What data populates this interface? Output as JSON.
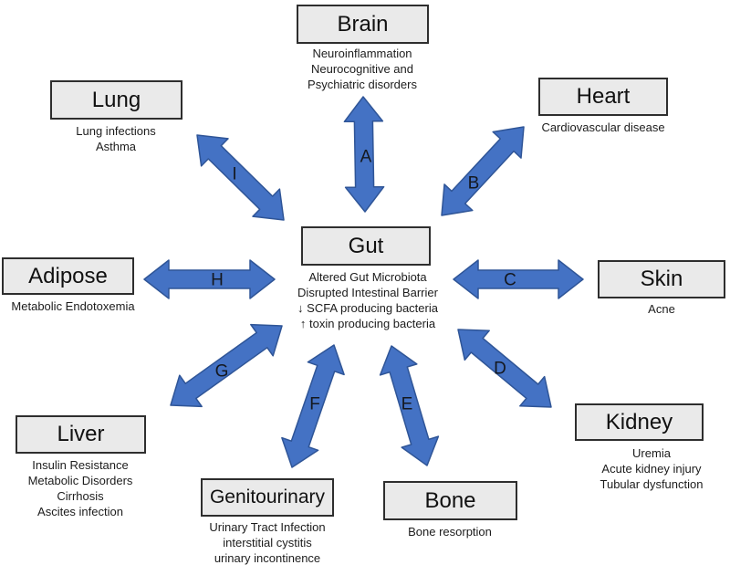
{
  "colors": {
    "arrow_fill": "#4472c4",
    "arrow_stroke": "#2f5597",
    "box_fill": "#eaeaea",
    "box_border": "#2e2e2e",
    "text": "#1c1c1c"
  },
  "diagram": {
    "center": "Gut",
    "nodes": [
      {
        "id": "gut",
        "title": "Gut",
        "sub": [
          "Altered Gut Microbiota",
          "Disrupted Intestinal Barrier",
          "↓ SCFA producing bacteria",
          "↑ toxin producing bacteria"
        ]
      },
      {
        "id": "brain",
        "title": "Brain",
        "sub": [
          "Neuroinflammation",
          "Neurocognitive and",
          "Psychiatric disorders"
        ]
      },
      {
        "id": "heart",
        "title": "Heart",
        "sub": [
          "Cardiovascular disease"
        ]
      },
      {
        "id": "skin",
        "title": "Skin",
        "sub": [
          "Acne"
        ]
      },
      {
        "id": "kidney",
        "title": "Kidney",
        "sub": [
          "Uremia",
          "Acute kidney injury",
          "Tubular dysfunction"
        ]
      },
      {
        "id": "bone",
        "title": "Bone",
        "sub": [
          "Bone resorption"
        ]
      },
      {
        "id": "genitourinary",
        "title": "Genitourinary",
        "sub": [
          "Urinary Tract Infection",
          "interstitial cystitis",
          "urinary incontinence"
        ]
      },
      {
        "id": "liver",
        "title": "Liver",
        "sub": [
          "Insulin Resistance",
          "Metabolic Disorders",
          "Cirrhosis",
          "Ascites infection"
        ]
      },
      {
        "id": "adipose",
        "title": "Adipose",
        "sub": [
          "Metabolic Endotoxemia"
        ]
      },
      {
        "id": "lung",
        "title": "Lung",
        "sub": [
          "Lung infections",
          "Asthma"
        ]
      }
    ],
    "arrows": [
      {
        "label": "A",
        "from": "Gut",
        "to": "Brain"
      },
      {
        "label": "B",
        "from": "Gut",
        "to": "Heart"
      },
      {
        "label": "C",
        "from": "Gut",
        "to": "Skin"
      },
      {
        "label": "D",
        "from": "Gut",
        "to": "Kidney"
      },
      {
        "label": "E",
        "from": "Gut",
        "to": "Bone"
      },
      {
        "label": "F",
        "from": "Gut",
        "to": "Genitourinary"
      },
      {
        "label": "G",
        "from": "Gut",
        "to": "Liver"
      },
      {
        "label": "H",
        "from": "Gut",
        "to": "Adipose"
      },
      {
        "label": "I",
        "from": "Gut",
        "to": "Lung"
      }
    ]
  }
}
